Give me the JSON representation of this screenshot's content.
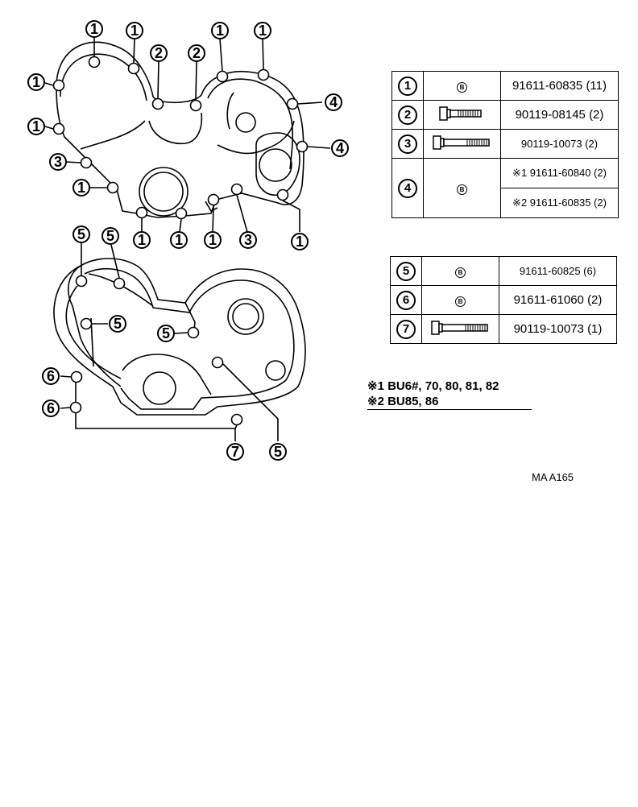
{
  "table_1": {
    "rows": [
      {
        "ref": "1",
        "icon": "b-mark-icon",
        "part": "91611-60835 (11)"
      },
      {
        "ref": "2",
        "icon": "short-bolt-icon",
        "part": "90119-08145 (2)"
      },
      {
        "ref": "3",
        "icon": "long-bolt-icon",
        "part": "90119-10073 (2)"
      },
      {
        "ref": "4",
        "icon": "b-mark-icon",
        "parts": [
          "※1 91611-60840 (2)",
          "※2 91611-60835 (2)"
        ]
      }
    ]
  },
  "table_2": {
    "rows": [
      {
        "ref": "5",
        "icon": "b-mark-icon",
        "part": "91611-60825 (6)"
      },
      {
        "ref": "6",
        "icon": "b-mark-icon",
        "part": "91611-61060 (2)"
      },
      {
        "ref": "7",
        "icon": "long-bolt-icon",
        "part": "90119-10073 (1)"
      }
    ]
  },
  "b_mark": "B",
  "notes": [
    "※1 BU6#, 70, 80, 81, 82",
    "※2 BU85, 86"
  ],
  "diagram_code": "MA A165",
  "callouts_upper": [
    "1",
    "1",
    "1",
    "1",
    "2",
    "2",
    "1",
    "1",
    "4",
    "4",
    "3",
    "1",
    "1",
    "1",
    "1",
    "3",
    "1"
  ],
  "callouts_lower": [
    "5",
    "5",
    "5",
    "5",
    "6",
    "6",
    "7",
    "5"
  ]
}
